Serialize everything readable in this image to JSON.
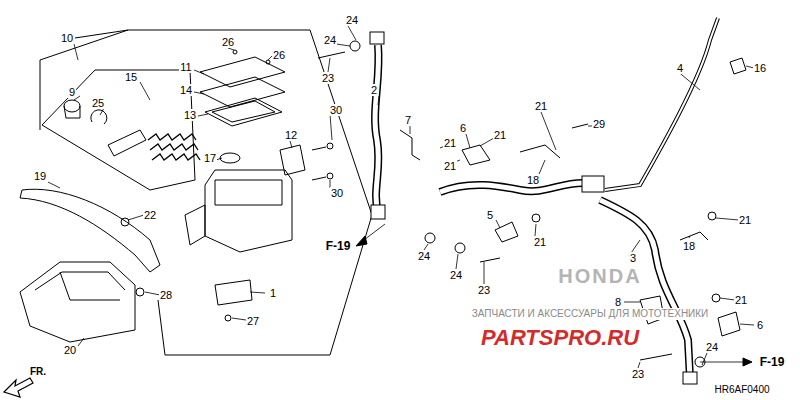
{
  "diagram": {
    "labels": [
      "10",
      "15",
      "9",
      "25",
      "26",
      "26",
      "11",
      "14",
      "13",
      "30",
      "12",
      "17",
      "30",
      "19",
      "22",
      "1",
      "28",
      "27",
      "20",
      "24",
      "24",
      "23",
      "2",
      "7",
      "6",
      "21",
      "21",
      "21",
      "21",
      "29",
      "4",
      "16",
      "18",
      "F-19",
      "5",
      "21",
      "24",
      "24",
      "23",
      "3",
      "18",
      "21",
      "8",
      "21",
      "6",
      "24",
      "23",
      "F-19",
      "HR6AF0400",
      "FR.",
      "ЗАПЧАСТИ И АКСЕССУАРЫ ДЛЯ МОТОТЕХНИКИ",
      "PARTSPRO.RU",
      "HONDA"
    ]
  }
}
